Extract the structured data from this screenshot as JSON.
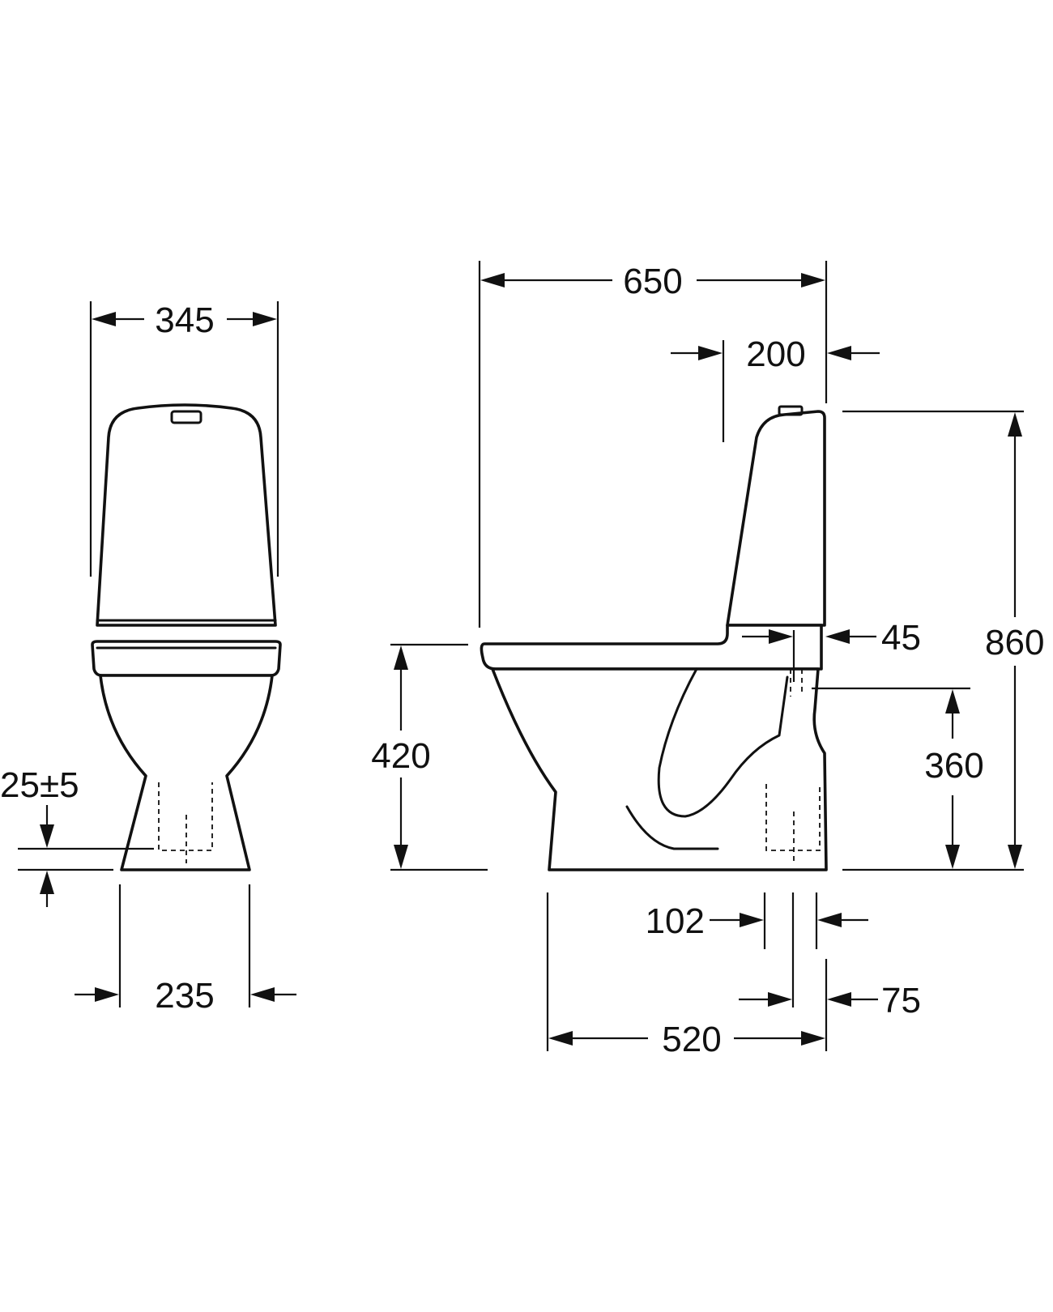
{
  "dimensions": {
    "front_width": "345",
    "front_base_width": "235",
    "floor_tolerance": "25±5",
    "side_length": "650",
    "tank_depth": "200",
    "tank_offset": "45",
    "total_height": "860",
    "seat_height": "420",
    "outlet_height": "360",
    "base_length": "520",
    "outlet_diameter": "102",
    "outlet_wall_distance": "75"
  },
  "colors": {
    "line": "#111111",
    "background": "#ffffff"
  }
}
